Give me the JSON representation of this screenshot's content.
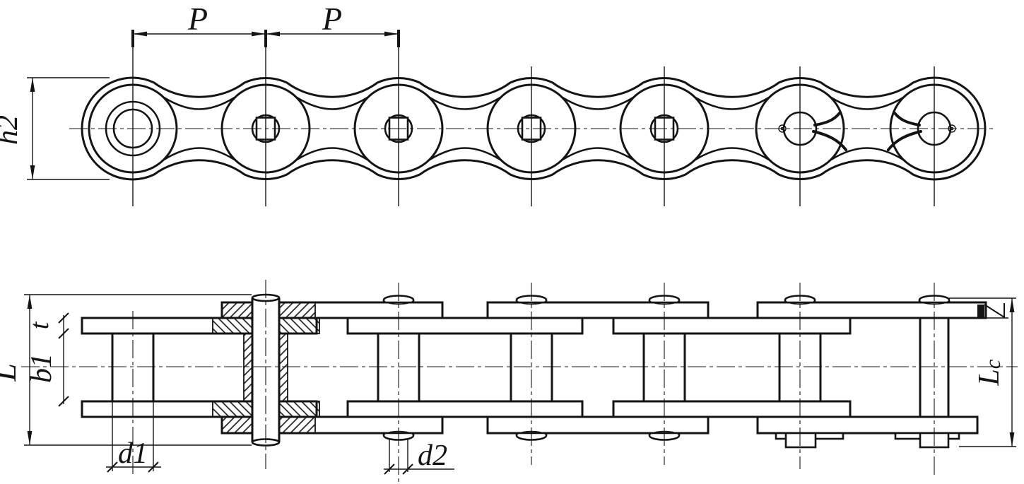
{
  "drawing": {
    "kind": "roller-chain technical drawing",
    "colors": {
      "ink": "#141414",
      "background": "#ffffff"
    },
    "side_view": {
      "pitch_label_1": "P",
      "pitch_label_2": "P",
      "plate_height_label": "h2"
    },
    "plan_view": {
      "pin_length_label": "L",
      "plate_thickness_label": "t",
      "inner_width_label": "b1",
      "roller_diameter_label": "d1",
      "pin_diameter_label": "d2",
      "connecting_link_length_label_main": "L",
      "connecting_link_length_label_sub": "c"
    }
  }
}
